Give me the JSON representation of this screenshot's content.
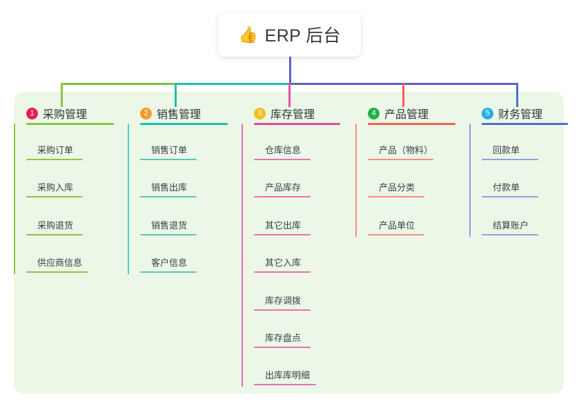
{
  "root": {
    "icon": "thumbs-up-icon",
    "icon_glyph": "👍",
    "title": "ERP 后台"
  },
  "theme": {
    "page_background": "#ffffff",
    "panel_background": "#ecf7e8",
    "card_background": "#ffffff",
    "root_stem_color": "#5b62c4",
    "trunk_left_color": "#7dc242",
    "trunk_mid_color": "#19c2a8",
    "trunk_right_color": "#5b62c4",
    "title_text_color": "#33373d",
    "label_text_color": "#3a3e44"
  },
  "columns": [
    {
      "number": "1",
      "title": "采购管理",
      "badge_color": "#e8204e",
      "rule_color": "#8cc63f",
      "line_color": "#8cc63f",
      "items": [
        {
          "label": "采购订单"
        },
        {
          "label": "采购入库"
        },
        {
          "label": "采购退货"
        },
        {
          "label": "供应商信息"
        }
      ]
    },
    {
      "number": "2",
      "title": "销售管理",
      "badge_color": "#f79a2b",
      "rule_color": "#19c2a8",
      "line_color": "#53c9bb",
      "items": [
        {
          "label": "销售订单"
        },
        {
          "label": "销售出库"
        },
        {
          "label": "销售退货"
        },
        {
          "label": "客户信息"
        }
      ]
    },
    {
      "number": "3",
      "title": "库存管理",
      "badge_color": "#f5bd1f",
      "rule_color": "#e84ba0",
      "line_color": "#e86fb0",
      "items": [
        {
          "label": "仓库信息"
        },
        {
          "label": "产品库存"
        },
        {
          "label": "其它出库"
        },
        {
          "label": "其它入库"
        },
        {
          "label": "库存调拨"
        },
        {
          "label": "库存盘点"
        },
        {
          "label": "出库库明细"
        }
      ]
    },
    {
      "number": "4",
      "title": "产品管理",
      "badge_color": "#1fb24b",
      "rule_color": "#f4604f",
      "line_color": "#f48d84",
      "items": [
        {
          "label": "产品（物料）"
        },
        {
          "label": "产品分类"
        },
        {
          "label": "产品单位"
        }
      ]
    },
    {
      "number": "5",
      "title": "财务管理",
      "badge_color": "#27b0e6",
      "rule_color": "#4a6fd4",
      "line_color": "#8fa4de",
      "items": [
        {
          "label": "回款单"
        },
        {
          "label": "付款单"
        },
        {
          "label": "结算账户"
        }
      ]
    }
  ],
  "connectors": {
    "root_stem_label": "root-stem",
    "trunk_label": "trunk-bar",
    "drop_labels": [
      "drop-1",
      "drop-2",
      "drop-3",
      "drop-4",
      "drop-5"
    ]
  }
}
